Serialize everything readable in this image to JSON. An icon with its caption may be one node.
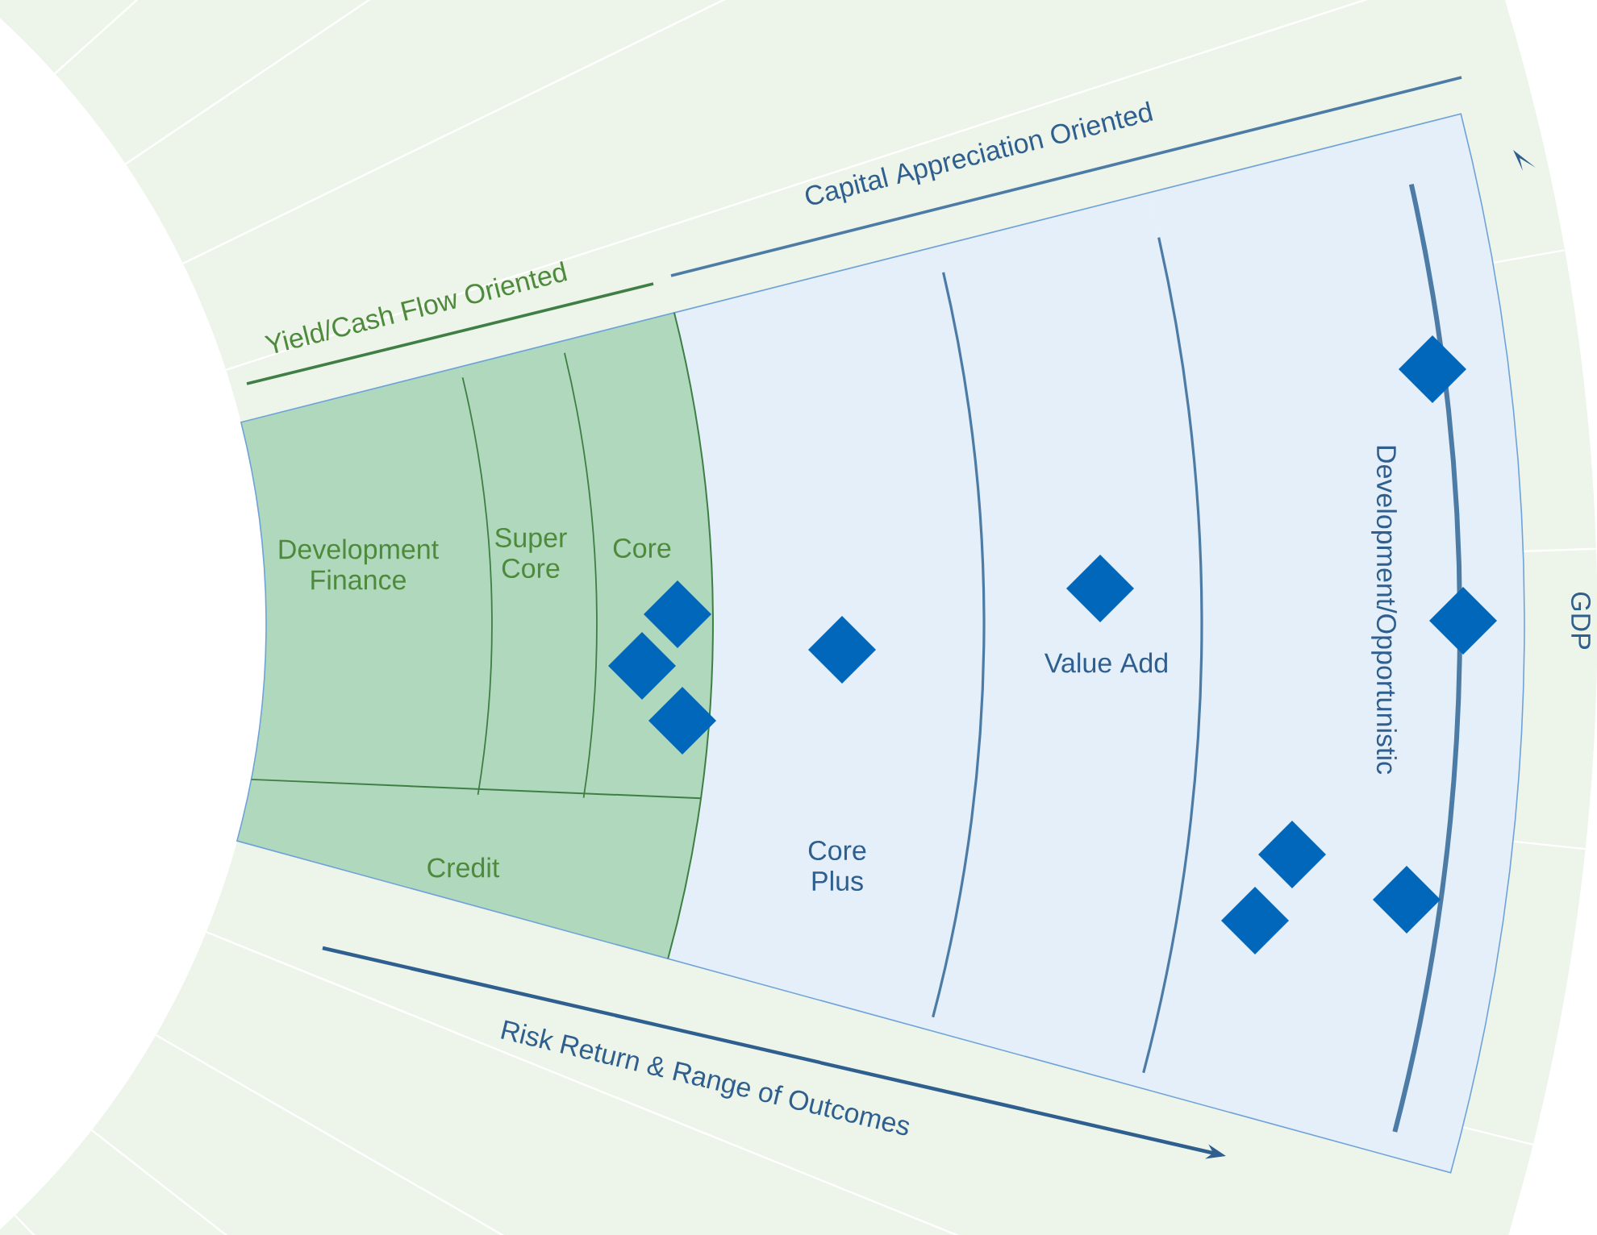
{
  "diagram": {
    "nodes": [
      {
        "text": [
          "Development Finance"
        ]
      },
      {
        "text": [
          "Super Core"
        ]
      },
      {
        "text": [
          "Core"
        ]
      },
      {
        "text": [
          "Credit"
        ]
      },
      {
        "text": [
          "Core Plus"
        ]
      },
      {
        "text": [
          "Value Add"
        ]
      },
      {
        "text": [
          "Development/Opportunistic"
        ]
      }
    ],
    "labels": [
      "Yield/Cash Flow Oriented",
      "Capital Appreciation Oriented",
      "GDP",
      "Risk Return & Range of Outcomes"
    ]
  }
}
